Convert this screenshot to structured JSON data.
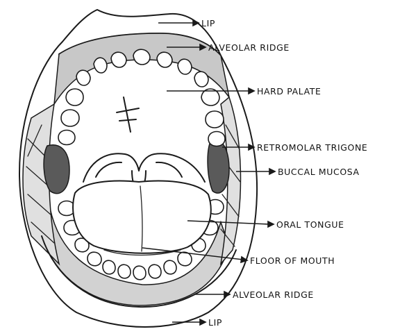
{
  "labels": {
    "lip_top": "LIP",
    "alveolar_top": "ALVEOLAR RIDGE",
    "hard_palate": "HARD PALATE",
    "retromolar": "RETROMOLAR TRIGONE",
    "buccal": "BUCCAL MUCOSA",
    "oral_tongue": "ORAL TONGUE",
    "floor": "FLOOR OF MOUTH",
    "alveolar_bottom": "ALVEOLAR RIDGE",
    "lip_bottom": "LIP"
  },
  "colors": {
    "ink": "#1a1a1a",
    "shading": "#c8c8c8",
    "dark_shading": "#5a5a5a",
    "paper": "#ffffff"
  }
}
